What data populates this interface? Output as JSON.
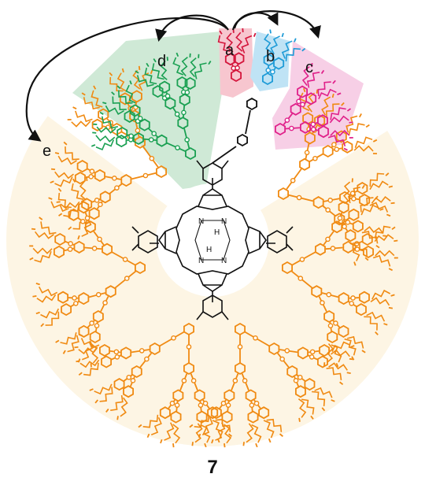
{
  "labels": {
    "a": "a",
    "b": "b",
    "c": "c",
    "d": "d",
    "e": "e"
  },
  "compound_number": "7",
  "core_atoms": {
    "n1": "N",
    "n2": "N",
    "n3": "N",
    "n4": "N",
    "h1": "H",
    "h2": "H"
  },
  "colors": {
    "zone_a": "#f7c6cf",
    "zone_b": "#bfe3f5",
    "zone_c": "#f7cfe6",
    "zone_d": "#cfe9d6",
    "zone_e": "#fdf5e4",
    "branch_a": "#d4163c",
    "branch_b": "#1e9bd7",
    "branch_c": "#e0218a",
    "branch_d": "#1aa052",
    "branch_e": "#f08a12",
    "core": "#111111"
  },
  "arrows": [
    {
      "from": "a",
      "to": "b"
    },
    {
      "from": "a",
      "to": "c"
    },
    {
      "from": "a",
      "to": "d"
    },
    {
      "from": "a",
      "to": "e"
    }
  ]
}
